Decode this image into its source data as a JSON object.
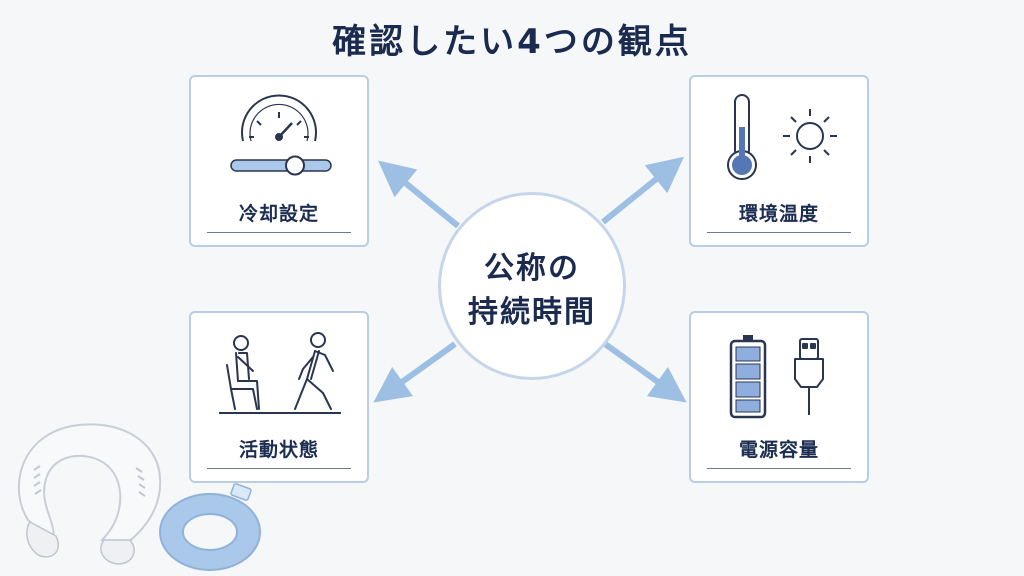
{
  "title": "確認したい4つの観点",
  "center": {
    "line1": "公称の",
    "line2": "持続時間"
  },
  "cards": {
    "cooling": {
      "label": "冷却設定",
      "icons": [
        "gauge-icon",
        "slider-icon"
      ]
    },
    "environment": {
      "label": "環境温度",
      "icons": [
        "thermometer-icon",
        "sun-icon"
      ]
    },
    "activity": {
      "label": "活動状態",
      "icons": [
        "sitting-person-icon",
        "walking-person-icon"
      ]
    },
    "battery": {
      "label": "電源容量",
      "icons": [
        "battery-icon",
        "usb-plug-icon"
      ]
    }
  },
  "colors": {
    "accent": "#9dbfe3",
    "border": "#b9cde5",
    "text": "#1b2b50",
    "icon": "#2a3550"
  }
}
